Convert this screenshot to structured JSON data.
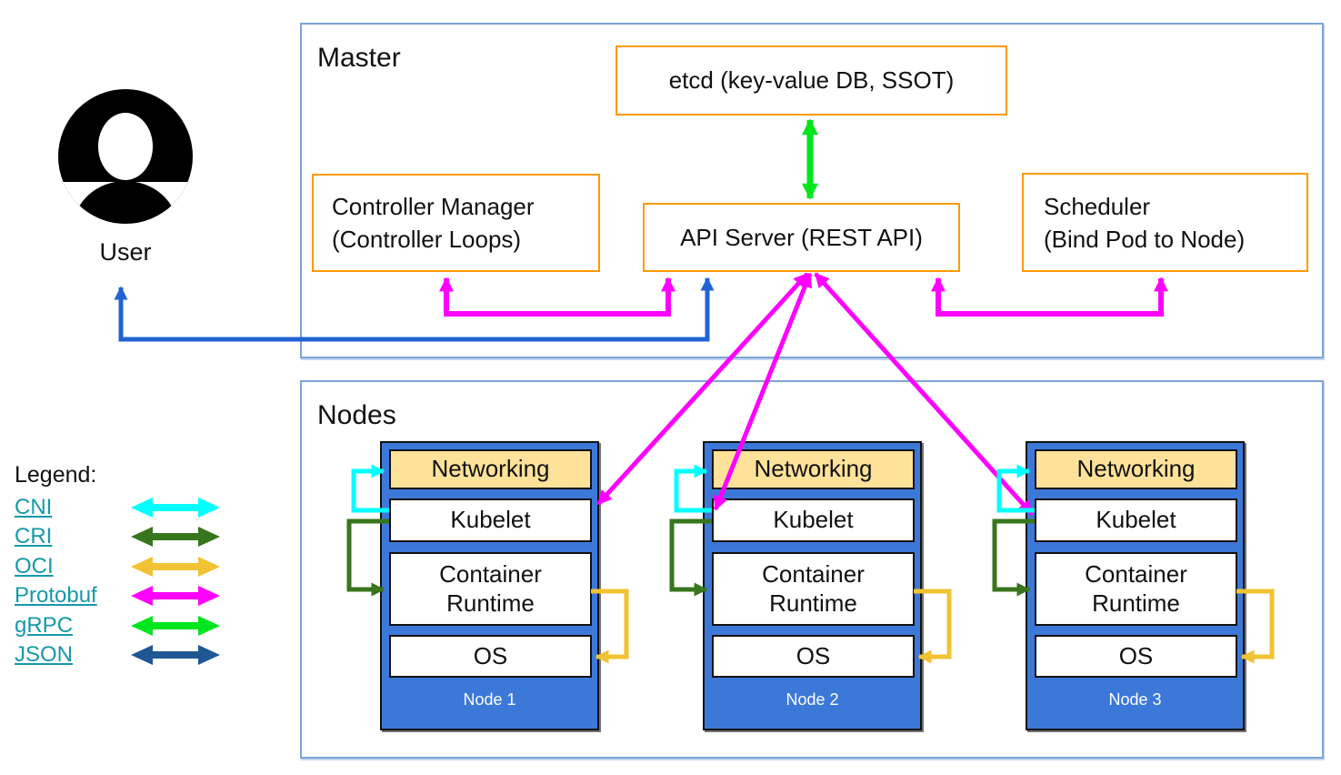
{
  "user": {
    "label": "User"
  },
  "master": {
    "title": "Master",
    "etcd_label": "etcd (key-value DB, SSOT)",
    "controller_manager_line1": "Controller Manager",
    "controller_manager_line2": "(Controller Loops)",
    "api_server_label": "API Server (REST API)",
    "scheduler_line1": "Scheduler",
    "scheduler_line2": "(Bind Pod to Node)"
  },
  "nodes_section": {
    "title": "Nodes",
    "nodes": [
      {
        "name": "Node 1",
        "layers": [
          "Networking",
          "Kubelet",
          "Container Runtime",
          "OS"
        ]
      },
      {
        "name": "Node 2",
        "layers": [
          "Networking",
          "Kubelet",
          "Container Runtime",
          "OS"
        ]
      },
      {
        "name": "Node 3",
        "layers": [
          "Networking",
          "Kubelet",
          "Container Runtime",
          "OS"
        ]
      }
    ]
  },
  "legend": {
    "title": "Legend:",
    "link_color": "#1699a8",
    "items": [
      {
        "label": "CNI",
        "color": "#00ffff"
      },
      {
        "label": "CRI",
        "color": "#38761d"
      },
      {
        "label": "OCI",
        "color": "#f1c232"
      },
      {
        "label": "Protobuf",
        "color": "#ff00ff"
      },
      {
        "label": "gRPC",
        "color": "#00e51d"
      },
      {
        "label": "JSON",
        "color": "#1f5795"
      }
    ]
  },
  "colors": {
    "container_border": "#7aa4d8",
    "component_border": "#ff9900",
    "node_fill": "#3c78d8",
    "networking_fill": "#ffe299",
    "user_json_arrow": "#2263d3",
    "icon_black": "#000000"
  }
}
